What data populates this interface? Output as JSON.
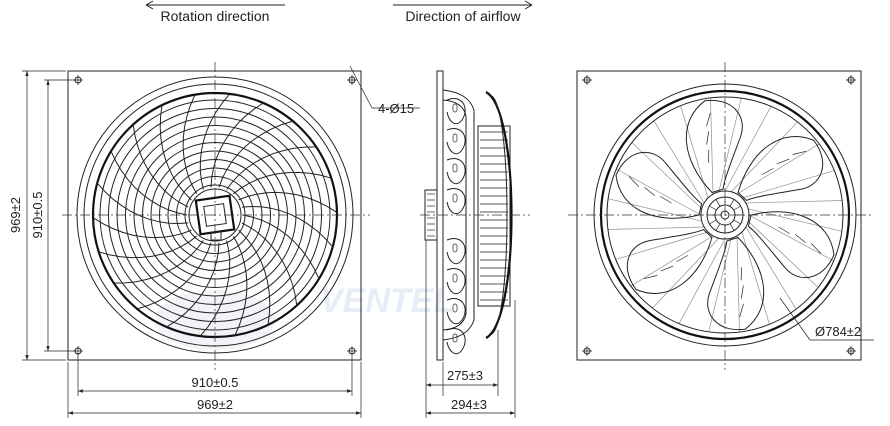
{
  "top_labels": {
    "rotation": "Rotation direction",
    "airflow": "Direction of airflow"
  },
  "dimensions": {
    "hole_note": "4-Ø15",
    "height_outer": "969±2",
    "height_inner": "910±0.5",
    "width_inner": "910±0.5",
    "width_outer": "969±2",
    "depth_inner": "275±3",
    "depth_outer": "294±3",
    "diameter": "Ø784±2"
  },
  "watermark": "VENTEL"
}
